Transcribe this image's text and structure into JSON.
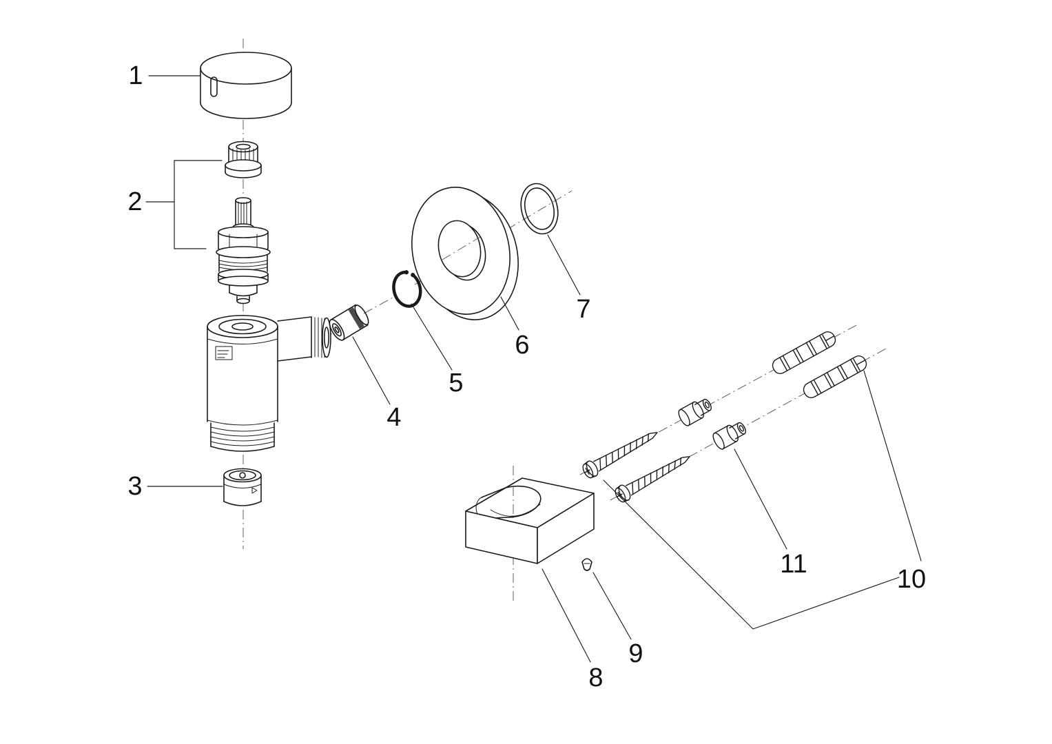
{
  "colors": {
    "background": "#ffffff",
    "line": "#1a1a1a"
  },
  "diagram": {
    "type": "exploded-parts-diagram",
    "callouts": [
      {
        "label": "1"
      },
      {
        "label": "2"
      },
      {
        "label": "3"
      },
      {
        "label": "4"
      },
      {
        "label": "5"
      },
      {
        "label": "6"
      },
      {
        "label": "7"
      },
      {
        "label": "8"
      },
      {
        "label": "9"
      },
      {
        "label": "10"
      },
      {
        "label": "11"
      }
    ]
  }
}
